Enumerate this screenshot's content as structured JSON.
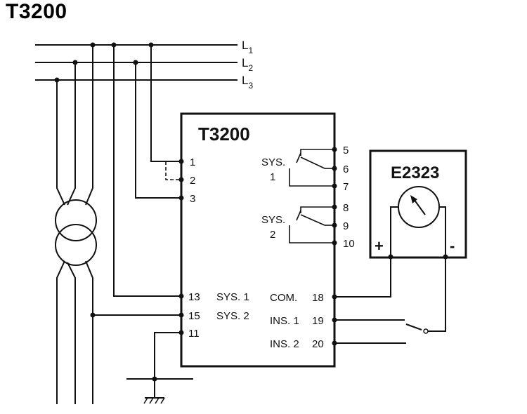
{
  "title": "T3200",
  "lines": [
    {
      "main": "L",
      "sub": "1"
    },
    {
      "main": "L",
      "sub": "2"
    },
    {
      "main": "L",
      "sub": "3"
    }
  ],
  "relay": {
    "name": "T3200",
    "left_terminals": [
      "1",
      "2",
      "3",
      "13",
      "15",
      "11"
    ],
    "left_labels": [
      "SYS. 1",
      "SYS. 2"
    ],
    "sys1": {
      "line1": "SYS.",
      "line2": "1",
      "terminals": [
        "5",
        "6",
        "7"
      ]
    },
    "sys2": {
      "line1": "SYS.",
      "line2": "2",
      "terminals": [
        "8",
        "9",
        "10"
      ]
    },
    "right_labels": [
      "COM.",
      "INS. 1",
      "INS. 2"
    ],
    "right_terminals": [
      "18",
      "19",
      "20"
    ]
  },
  "meter": {
    "name": "E2323",
    "plus": "+",
    "minus": "-"
  }
}
